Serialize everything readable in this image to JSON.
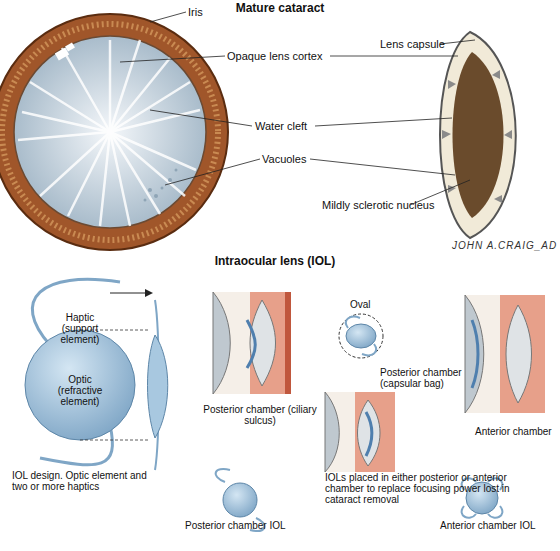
{
  "diagram": {
    "title": "Mature cataract",
    "labels": [
      "Intraocular lens (IOL)",
      "Iris",
      "Opaque lens cortex",
      "Water cleft",
      "Vacuoles",
      "Lens capsule",
      "Mildly sclerotic nucleus",
      "JOHN A.CRAIG_AD",
      "Haptic (support element)",
      "Optic (refractive element)",
      "IOL design. Optic element and two or more haptics",
      "Posterior chamber (ciliary sulcus)",
      "Oval",
      "Posterior chamber (capsular bag)",
      "Anterior chamber",
      "Posterior chamber IOL",
      "IOLs placed in either posterior or anterior chamber to replace focusing power lost in cataract removal",
      "Anterior chamber IOL"
    ]
  }
}
